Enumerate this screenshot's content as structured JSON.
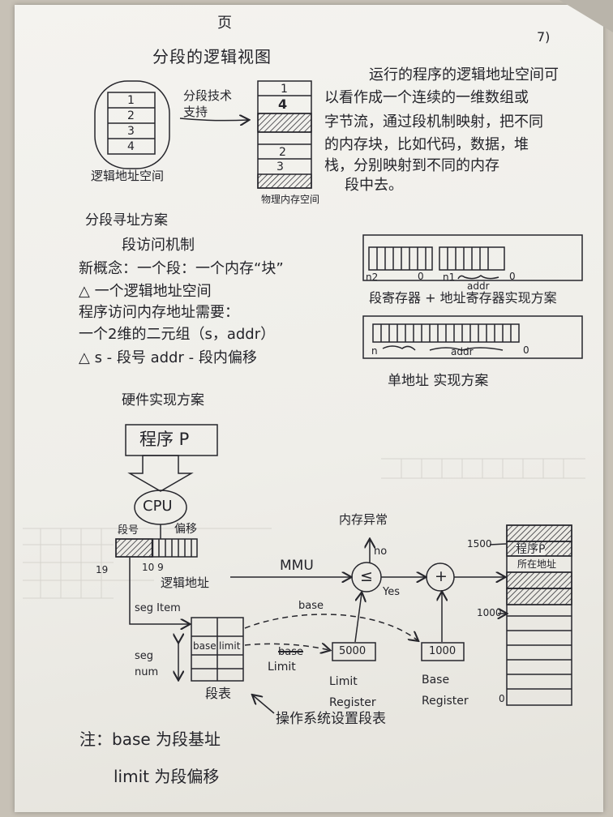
{
  "page_header": {
    "page_mark": "页",
    "page_number": "7)"
  },
  "logical_view": {
    "title": "分段的逻辑视图",
    "logical_space": {
      "segments": [
        "1",
        "2",
        "3",
        "4"
      ],
      "label": "逻辑地址空间"
    },
    "mapping_label": "分段技术支持",
    "physical_space": {
      "segments": [
        "1",
        "4",
        "2",
        "3"
      ],
      "label": "物理内存空间"
    },
    "description_lines": [
      "运行的程序的逻辑地址空间可",
      "以看作成一个连续的一维数组或",
      "字节流，通过段机制映射，把不同",
      "的内存块，比如代码，数据，堆",
      "栈，分别映射到不同的内存",
      "段中去。"
    ]
  },
  "addressing": {
    "heading": "分段寻址方案",
    "subheading": "段访问机制",
    "lines": [
      "新概念：一个段：一个内存“块”",
      "△ 一个逻辑地址空间",
      "程序访问内存地址需要：",
      "一个2维的二元组（s，addr）",
      "△ s - 段号    addr - 段内偏移"
    ]
  },
  "schemes": {
    "segment_register": {
      "label": "段寄存器 + 地址寄存器实现方案",
      "n2": "n2",
      "zero_left": "0",
      "n1": "n1",
      "addr": "addr",
      "zero_right": "0"
    },
    "single_address": {
      "label": "单地址 实现方案",
      "n": "n",
      "addr": "addr",
      "zero": "0"
    }
  },
  "hardware": {
    "heading": "硬件实现方案",
    "program": "程序 P",
    "cpu": "CPU",
    "segment_field": "段号",
    "offset_field": "偏移",
    "bit_high": "19",
    "bit_mid": "10 9",
    "logical_address": "逻辑地址",
    "mmu": "MMU",
    "memory_exception": "内存异常",
    "no": "no",
    "yes": "Yes",
    "compare": "≤",
    "add": "+",
    "seg_item": "seg Item",
    "seg_num": "seg num",
    "table_base": "base",
    "table_limit": "limit",
    "segment_table": "段表",
    "base_flow": "base",
    "base_struck": "base",
    "limit_flow": "Limit",
    "limit_register_value": "5000",
    "limit_register_label": "Limit Register",
    "base_register_value": "1000",
    "base_register_label": "Base Register",
    "memory": {
      "top": "1500",
      "base_addr": "1000",
      "zero": "0",
      "program": "程序P",
      "location": "所在地址"
    },
    "os_note": "操作系统设置段表"
  },
  "notes": [
    "注：base 为段基址",
    "limit 为段偏移"
  ]
}
